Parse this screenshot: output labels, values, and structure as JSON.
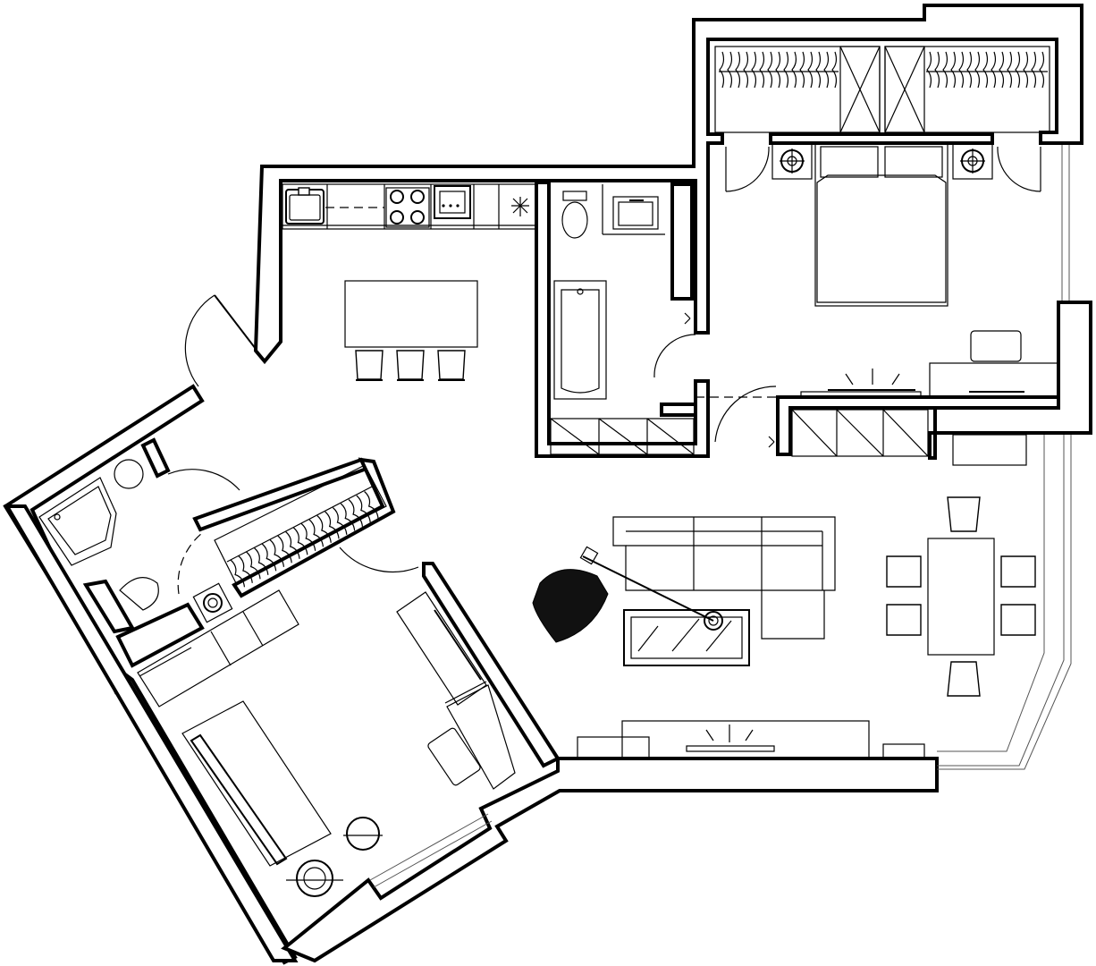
{
  "drawing": {
    "kind": "apartment floor plan",
    "line_color": "#000000",
    "background": "#ffffff"
  },
  "rooms": [
    {
      "id": "kitchen",
      "fixtures": [
        "kitchen-sink",
        "cooktop",
        "oven",
        "fridge",
        "island-table",
        "bar-stools"
      ]
    },
    {
      "id": "bathroom",
      "fixtures": [
        "toilet",
        "washbasin",
        "bathtub",
        "wardrobe"
      ]
    },
    {
      "id": "master-bedroom",
      "fixtures": [
        "double-bed",
        "nightstands",
        "wardrobes",
        "desk",
        "tv-console"
      ]
    },
    {
      "id": "living-room",
      "fixtures": [
        "sectional-sofa",
        "coffee-table",
        "floor-lamp",
        "dining-table",
        "dining-chairs",
        "tv-unit"
      ]
    },
    {
      "id": "shower-room",
      "fixtures": [
        "corner-shower",
        "toilet",
        "washing-machine"
      ]
    },
    {
      "id": "guest-bedroom",
      "fixtures": [
        "sofa-bed",
        "wardrobe",
        "desk",
        "armchair",
        "stool"
      ]
    }
  ]
}
